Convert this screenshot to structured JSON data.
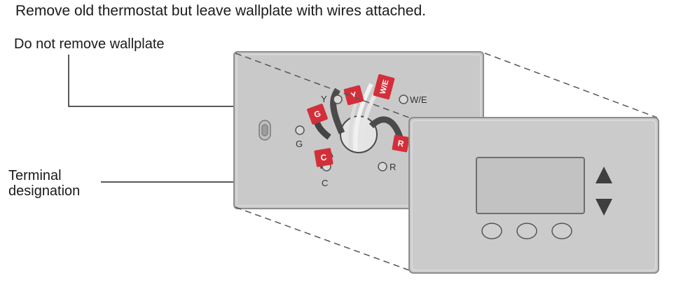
{
  "caption": "Remove old thermostat but leave wallplate with wires attached.",
  "callouts": {
    "wallplate": "Do not remove wallplate",
    "terminal_line1": "Terminal",
    "terminal_line2": "designation"
  },
  "terminals": {
    "y": "Y",
    "we": "W/E",
    "g": "G",
    "c": "C",
    "r": "R"
  },
  "wire_tags": {
    "y": "Y",
    "we": "W/E",
    "g": "G",
    "c": "C",
    "r": "R"
  },
  "colors": {
    "plate": "#c9c9c9",
    "thermostat": "#cbcbcb",
    "tag_red": "#d32f3a",
    "line": "#222222",
    "dash": "#555555"
  },
  "icons": {
    "up": "up-arrow-icon",
    "down": "down-arrow-icon"
  }
}
